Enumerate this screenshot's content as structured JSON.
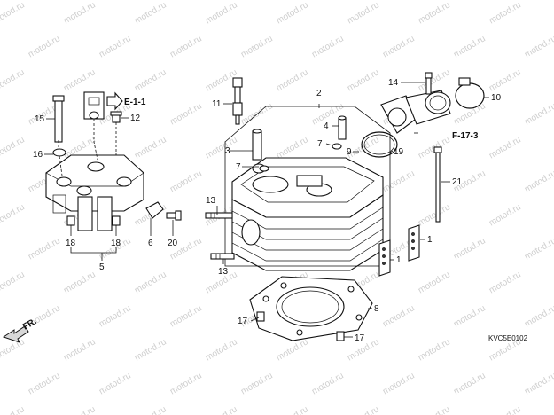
{
  "watermark": "motod.ru",
  "refs": {
    "e11": "E-1-1",
    "f173": "F-17-3",
    "front": "FR."
  },
  "diagram_code": "KVC5E0102",
  "callouts": [
    "1",
    "1",
    "2",
    "3",
    "4",
    "5",
    "6",
    "7",
    "7",
    "8",
    "9",
    "10",
    "11",
    "12",
    "13",
    "13",
    "14",
    "15",
    "16",
    "17",
    "17",
    "18",
    "18",
    "19",
    "20",
    "21"
  ]
}
